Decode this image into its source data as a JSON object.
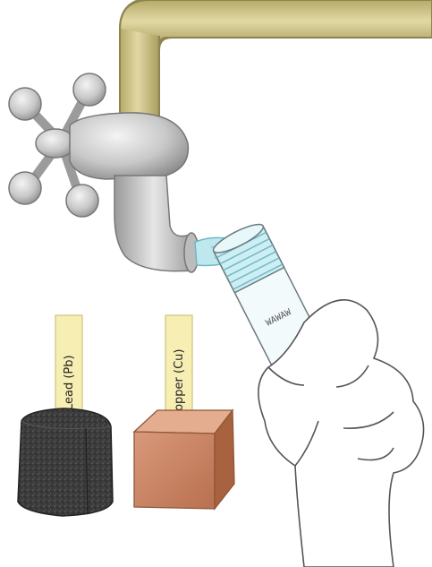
{
  "labels": {
    "lead": "Lead (Pb)",
    "copper": "Copper (Cu)"
  },
  "tube_text": "WAWAW",
  "colors": {
    "pipe": "#c8bd7e",
    "faucet": "#c9c9c9",
    "water": "#bfe7ee",
    "lead": "#3a3a3a",
    "copper": "#c98664",
    "tag": "#f7eeb4"
  },
  "icons": {
    "pipe": "pipe-icon",
    "faucet": "faucet-icon",
    "hand": "hand-icon"
  }
}
